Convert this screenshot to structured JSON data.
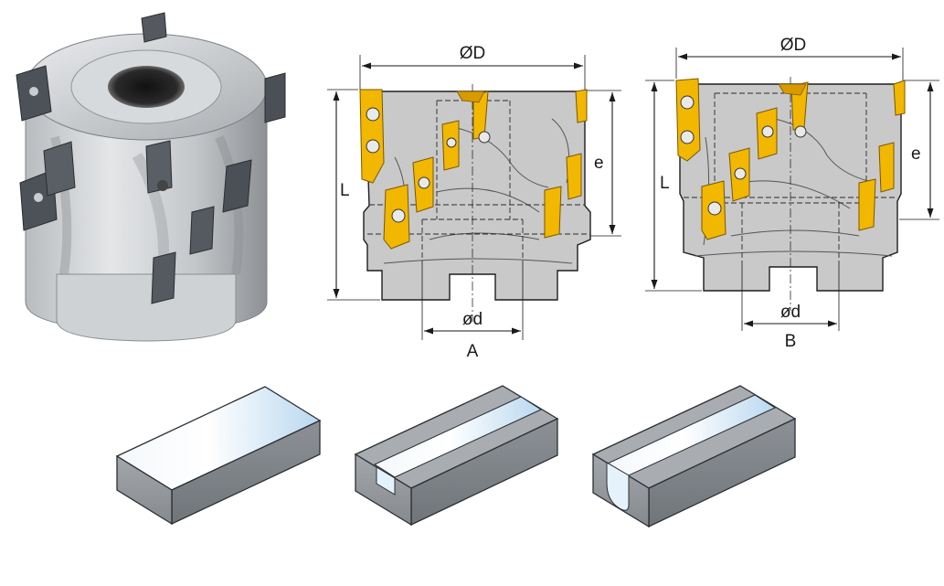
{
  "diagram_a": {
    "outer_diameter": "ØD",
    "length": "L",
    "cutting_depth": "e",
    "bore_diameter": "ød",
    "variant": "A"
  },
  "diagram_b": {
    "outer_diameter": "ØD",
    "length": "L",
    "cutting_depth": "e",
    "bore_diameter": "ød",
    "variant": "B"
  },
  "colors": {
    "insert": "#f2b700",
    "body": "#c9c9c9",
    "workpiece_dark": "#7b7f84",
    "workpiece_light": "#e6f2fb"
  }
}
